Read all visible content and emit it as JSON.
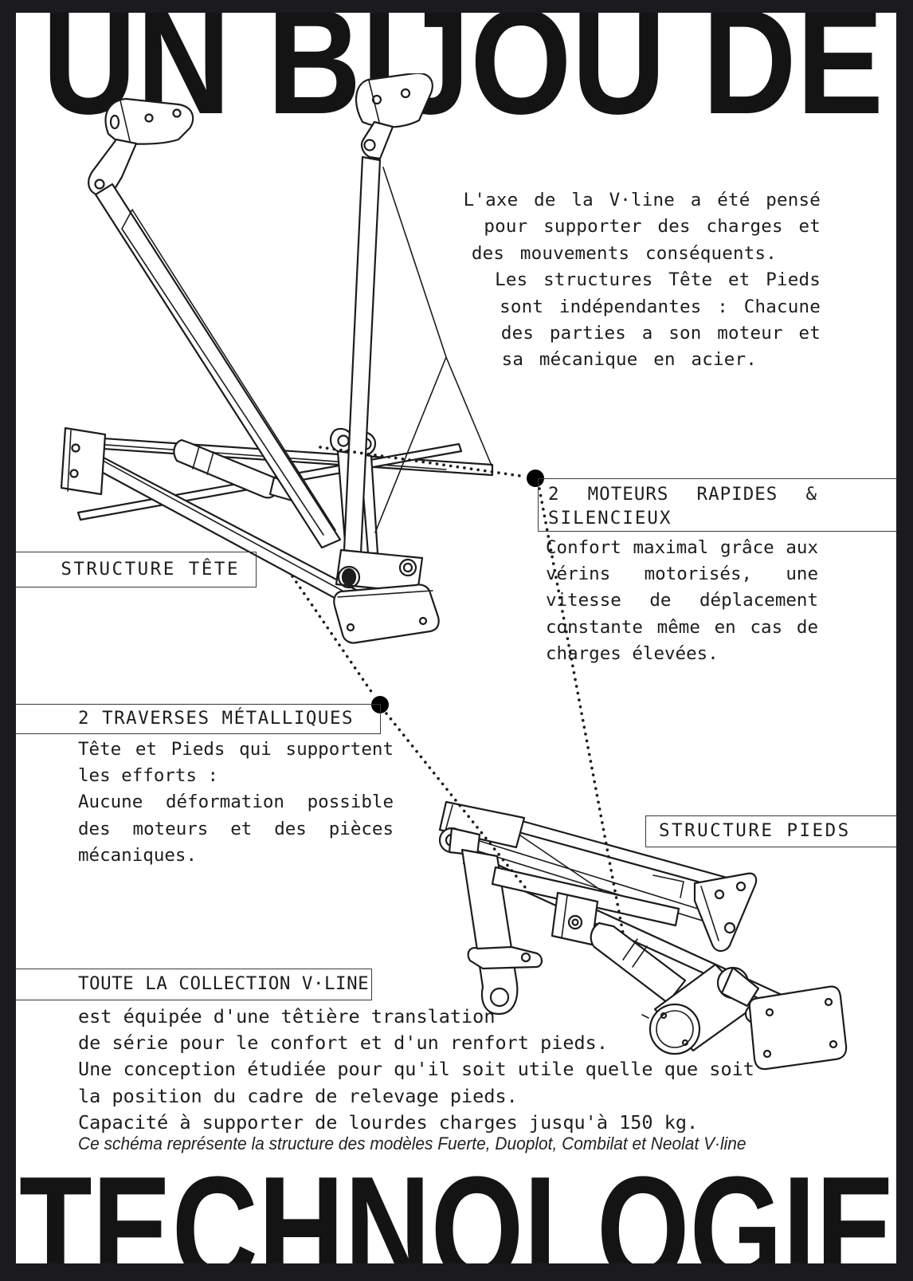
{
  "page": {
    "title_top": "UN BIJOU DE",
    "title_bottom": "TECHNOLOGIE",
    "intro": {
      "lines": [
        "L'axe de la V·line a été pensé",
        "pour supporter des charges et",
        "des mouvements conséquents.",
        "Les structures Tête et Pieds",
        "sont indépendantes : Chacune",
        "des parties a son moteur et",
        "sa mécanique en acier."
      ]
    },
    "callouts": {
      "motors": {
        "heading_line1": "2 MOTEURS RAPIDES &",
        "heading_line2": "SILENCIEUX",
        "body": "Confort maximal grâce aux vérins motorisés, une vitesse de déplacement constante même en cas de charges élevées."
      },
      "structure_tete": {
        "label": "STRUCTURE TÊTE"
      },
      "traverses": {
        "heading": "2 TRAVERSES MÉTALLIQUES",
        "body_1": "Tête et Pieds qui supportent les efforts :",
        "body_2": "Aucune déformation possible des moteurs et des pièces mécaniques."
      },
      "structure_pieds": {
        "label": "STRUCTURE PIEDS"
      },
      "collection": {
        "heading": "TOUTE LA COLLECTION V·LINE",
        "lines": [
          "est équipée d'une têtière translation",
          "de série pour le confort et d'un renfort pieds.",
          "Une conception étudiée pour qu'il soit utile quelle que soit",
          "la position du cadre de relevage pieds.",
          "Capacité à supporter de lourdes charges jusqu'à 150 kg."
        ]
      }
    },
    "caption": "Ce schéma représente la structure des modèles Fuerte, Duoplot, Combilat et Neolat V·line",
    "colors": {
      "ink": "#1c1c1c",
      "paper": "#ffffff",
      "frame": "#1b1b1d"
    }
  }
}
